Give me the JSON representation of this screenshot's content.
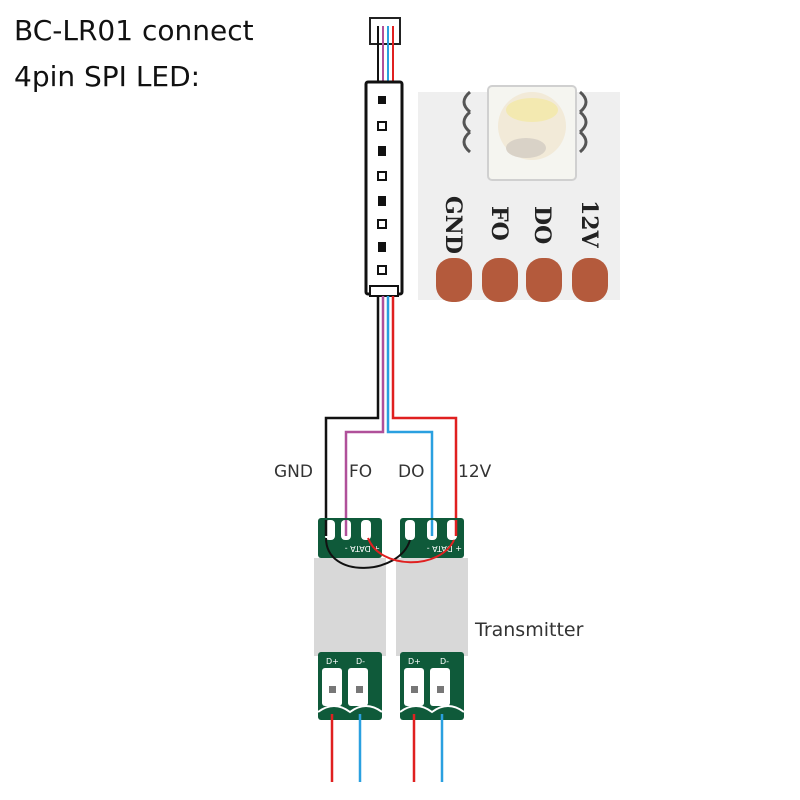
{
  "title": {
    "line1": "BC-LR01 connect",
    "line2": "4pin SPI LED:"
  },
  "strip_pads": [
    "GND",
    "FO",
    "DO",
    "12V"
  ],
  "wire_labels": {
    "gnd": "GND",
    "fo": "FO",
    "do": "DO",
    "v12": "12V"
  },
  "transmitter_label": "Transmitter",
  "module_top_labels": [
    "-",
    "DATA",
    "+"
  ],
  "module_bottom_labels": [
    "D+",
    "D-"
  ],
  "colors": {
    "gnd_wire": "#111111",
    "fo_wire": "#b0509a",
    "do_wire": "#2aa0e0",
    "v12_wire": "#e02020",
    "pcb": "#0f5a3a",
    "pad": "#b45a3c",
    "module_body": "#d8d8d8"
  }
}
